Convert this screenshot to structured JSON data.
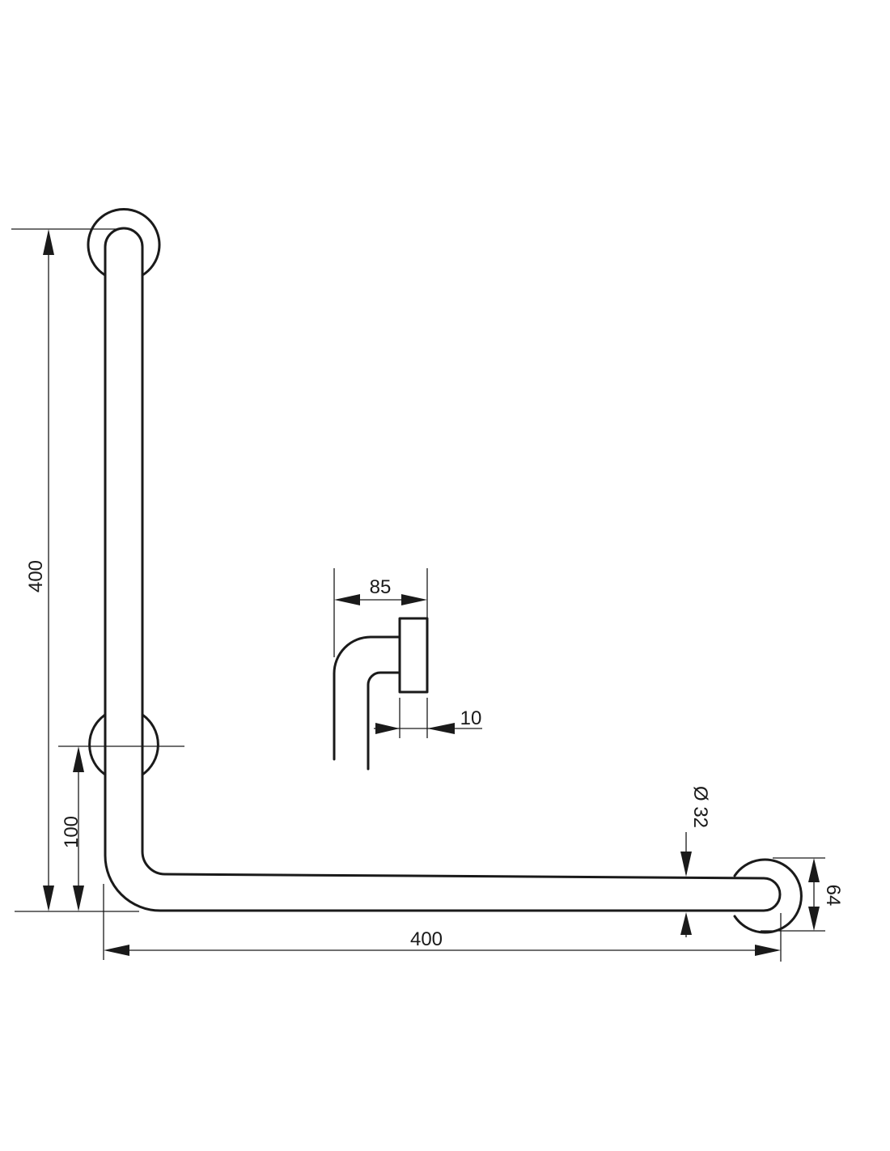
{
  "dimensions": {
    "total_height": "400",
    "lower_flange_height": "100",
    "total_width": "400",
    "wall_offset": "85",
    "flange_thickness": "10",
    "tube_diameter": "Ø 32",
    "flange_diameter": "64"
  },
  "colors": {
    "line": "#1a1a1a",
    "background": "#ffffff"
  }
}
